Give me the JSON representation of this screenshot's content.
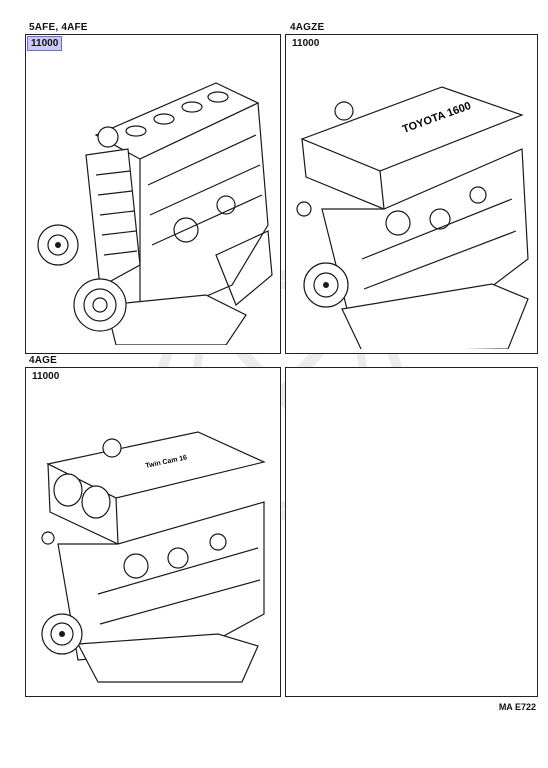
{
  "panels": [
    {
      "caption": "5AFE, 4AFE",
      "part_no": "11000",
      "selected": true,
      "icon": "engine-5afe-4afe-icon"
    },
    {
      "caption": "4AGZE",
      "part_no": "11000",
      "selected": false,
      "icon": "engine-4agze-icon",
      "label": "TOYOTA 1600"
    },
    {
      "caption": "4AGE",
      "part_no": "11000",
      "selected": false,
      "icon": "engine-4age-icon",
      "label": "Twin Cam 16"
    },
    {
      "caption": "",
      "part_no": "",
      "selected": false,
      "icon": ""
    }
  ],
  "figure_ref": "MA E722",
  "colors": {
    "selection_fill": "#c9c9f4",
    "selection_border": "#6a6ad8",
    "line": "#1a1a1a"
  }
}
